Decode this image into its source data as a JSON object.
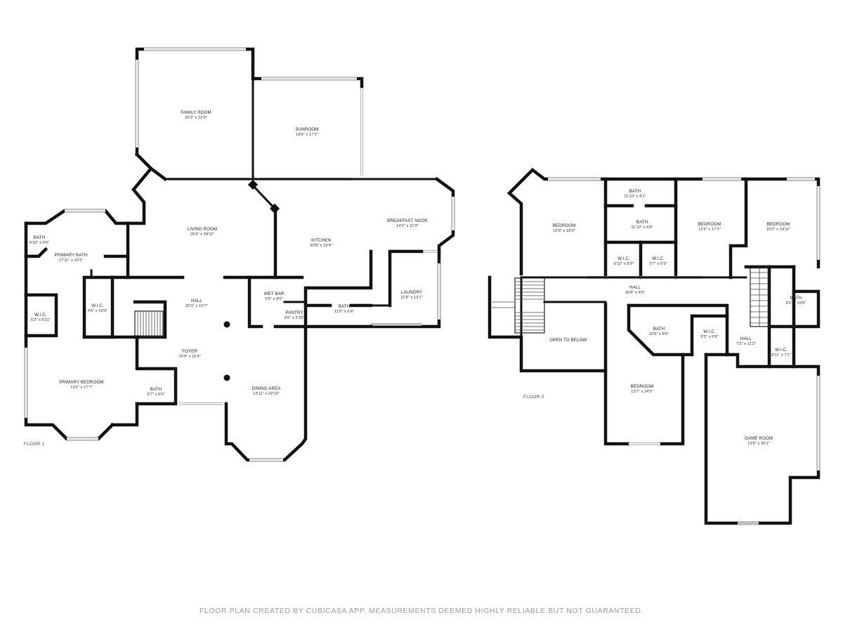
{
  "floors": [
    {
      "label": "FLOOR 1",
      "rooms": [
        {
          "name": "FAMILY ROOM",
          "dims": "20'3\" x 22'9\""
        },
        {
          "name": "SUNROOM",
          "dims": "18'6\" x 17'2\""
        },
        {
          "name": "LIVING ROOM",
          "dims": "25'9\" x 18'11\""
        },
        {
          "name": "KITCHEN",
          "dims": "20'8\" x 19'4\""
        },
        {
          "name": "BREAKFAST NOOK",
          "dims": "14'2\" x 21'9\""
        },
        {
          "name": "BATH",
          "dims": "4'10\" x 5'6\""
        },
        {
          "name": "PRIMARY BATH",
          "dims": "17'11\" x 22'2\""
        },
        {
          "name": "W.I.C.",
          "dims": "4'6\" x 10'3\""
        },
        {
          "name": "HALL",
          "dims": "20'1\" x 10'7\""
        },
        {
          "name": "WET BAR",
          "dims": "9'6\" x 8'6\""
        },
        {
          "name": "PANTRY",
          "dims": "4'0\" x 3'10\""
        },
        {
          "name": "BATH",
          "dims": "11'5\" x 6'4\""
        },
        {
          "name": "LAUNDRY",
          "dims": "11'8\" x 13'1\""
        },
        {
          "name": "W.I.C.",
          "dims": "5'2\" x 6'11\""
        },
        {
          "name": "FOYER",
          "dims": "15'9\" x 11'4\""
        },
        {
          "name": "PRIMARY BEDROOM",
          "dims": "19'5\" x 17'7\""
        },
        {
          "name": "BATH",
          "dims": "6'7\" x 6'5\""
        },
        {
          "name": "DINING AREA",
          "dims": "13'11\" x 22'10\""
        }
      ]
    },
    {
      "label": "FLOOR 2",
      "rooms": [
        {
          "name": "BATH",
          "dims": "11'10\" x 4'1\""
        },
        {
          "name": "BATH",
          "dims": "11'10\" x 6'8\""
        },
        {
          "name": "BEDROOM",
          "dims": "16'9\" x 18'9\""
        },
        {
          "name": "BEDROOM",
          "dims": "12'2\" x 17'1\""
        },
        {
          "name": "BEDROOM",
          "dims": "15'2\" x 14'11\""
        },
        {
          "name": "W.I.C.",
          "dims": "5'11\" x 5'9\""
        },
        {
          "name": "W.I.C.",
          "dims": "5'7\" x 5'9\""
        },
        {
          "name": "HALL",
          "dims": "36'8\" x 4'5\""
        },
        {
          "name": "BATH",
          "dims": "8'1\" x 10'9\""
        },
        {
          "name": "OPEN TO BELOW",
          "dims": ""
        },
        {
          "name": "BATH",
          "dims": "10'9\" x 8'6\""
        },
        {
          "name": "W.I.C.",
          "dims": "6'3\" x 6'8\""
        },
        {
          "name": "HALL",
          "dims": "7'2\" x 11'2\""
        },
        {
          "name": "W.I.C.",
          "dims": "3'11\" x 7'1\""
        },
        {
          "name": "BEDROOM",
          "dims": "13'7\" x 24'5\""
        },
        {
          "name": "GAME ROOM",
          "dims": "19'6\" x 30'1\""
        }
      ]
    }
  ],
  "footer": "FLOOR PLAN CREATED BY CUBICASA APP. MEASUREMENTS DEEMED HIGHLY RELIABLE BUT NOT GUARANTEED."
}
